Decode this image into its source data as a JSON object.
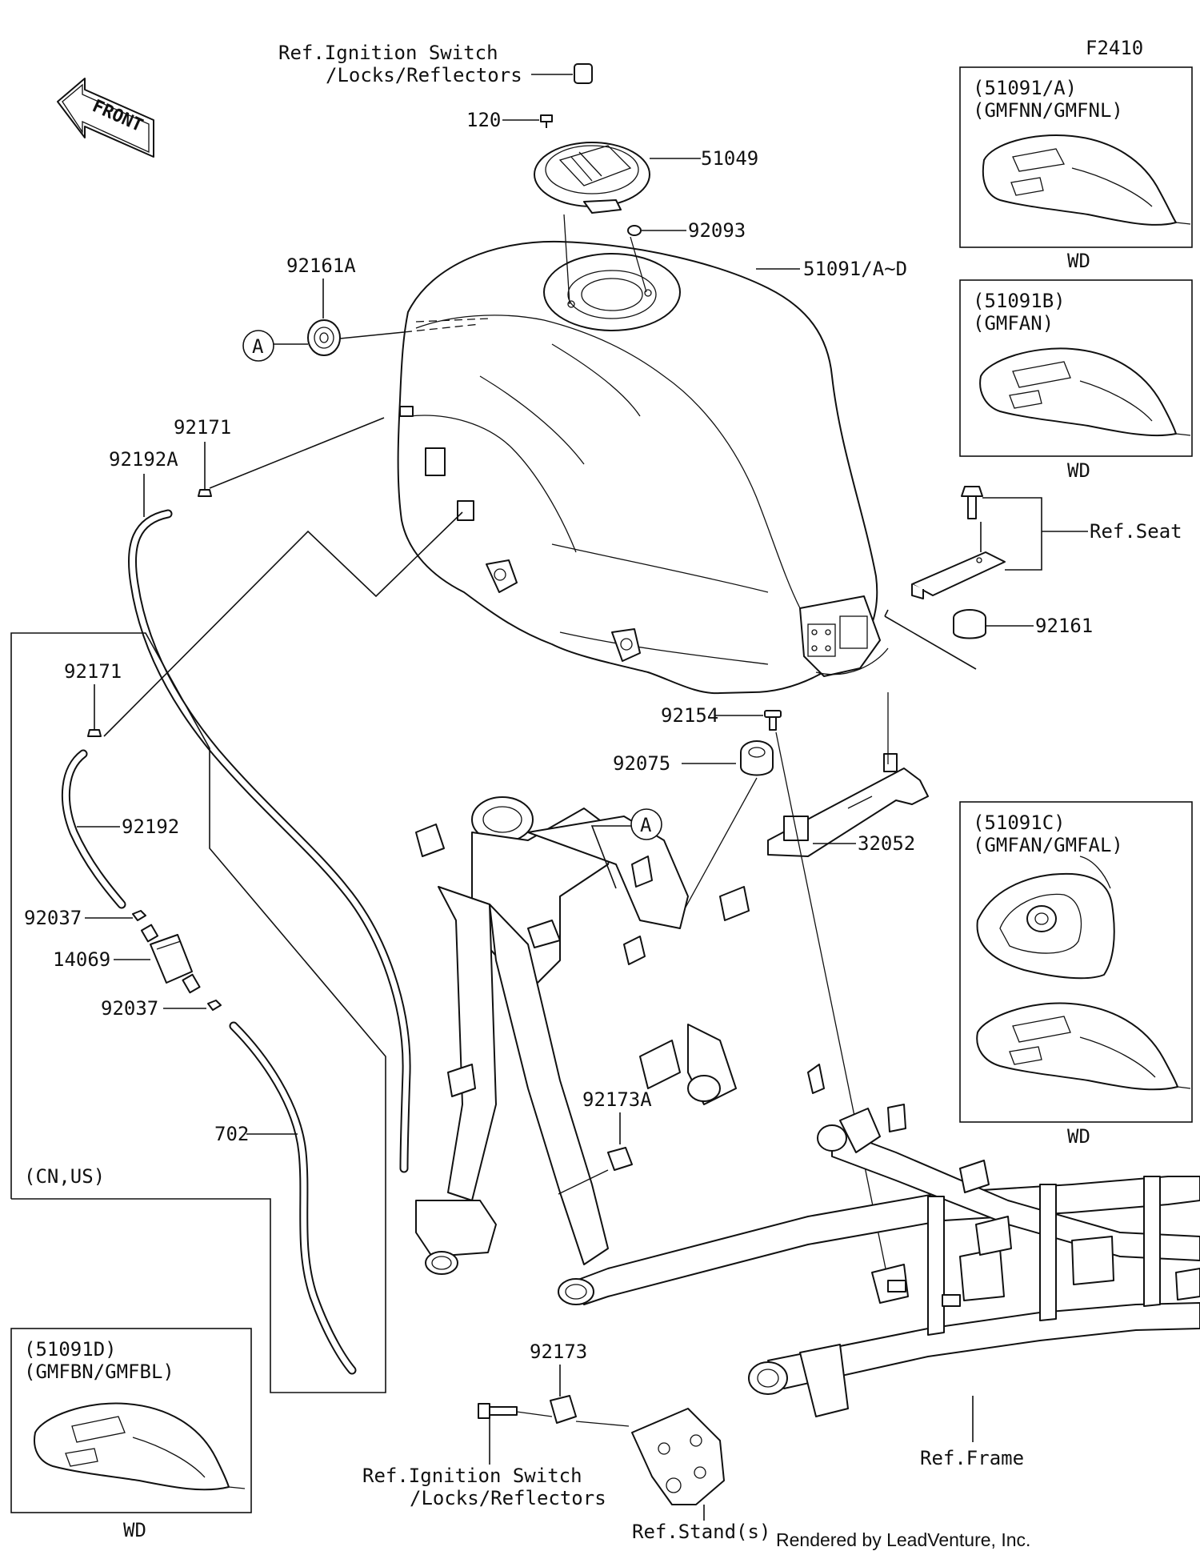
{
  "figure_code": "F2410",
  "front_arrow": "FRONT",
  "callouts": {
    "ref_ignition_top_1": "Ref.Ignition Switch",
    "ref_ignition_top_2": "/Locks/Reflectors",
    "p120": "120",
    "p51049": "51049",
    "p92093": "92093",
    "p92161a": "92161A",
    "p51091": "51091/A~D",
    "circle_a": "A",
    "p92171_top": "92171",
    "p92192a": "92192A",
    "ref_seat": "Ref.Seat",
    "p92161": "92161",
    "p92154": "92154",
    "p92075": "92075",
    "p32052": "32052",
    "p92171_left": "92171",
    "p92192": "92192",
    "p92037_top": "92037",
    "p14069": "14069",
    "p92037_bot": "92037",
    "p702": "702",
    "region_cn_us": "(CN,US)",
    "p92173a": "92173A",
    "p92173": "92173",
    "ref_ignition_bot_1": "Ref.Ignition Switch",
    "ref_ignition_bot_2": "/Locks/Reflectors",
    "ref_stand": "Ref.Stand(s)",
    "ref_frame": "Ref.Frame",
    "credit": "Rendered by LeadVenture, Inc."
  },
  "variant_boxes": [
    {
      "code": "(51091/A)",
      "colors": "(GMFNN/GMFNL)",
      "tag": "WD"
    },
    {
      "code": "(51091B)",
      "colors": "(GMFAN)",
      "tag": "WD"
    },
    {
      "code": "(51091C)",
      "colors": "(GMFAN/GMFAL)",
      "tag": "WD"
    },
    {
      "code": "(51091D)",
      "colors": "(GMFBN/GMFBL)",
      "tag": "WD"
    }
  ],
  "icons": [
    "front-arrow-icon",
    "fuel-tank-icon",
    "frame-icon",
    "fuel-filter-icon"
  ]
}
